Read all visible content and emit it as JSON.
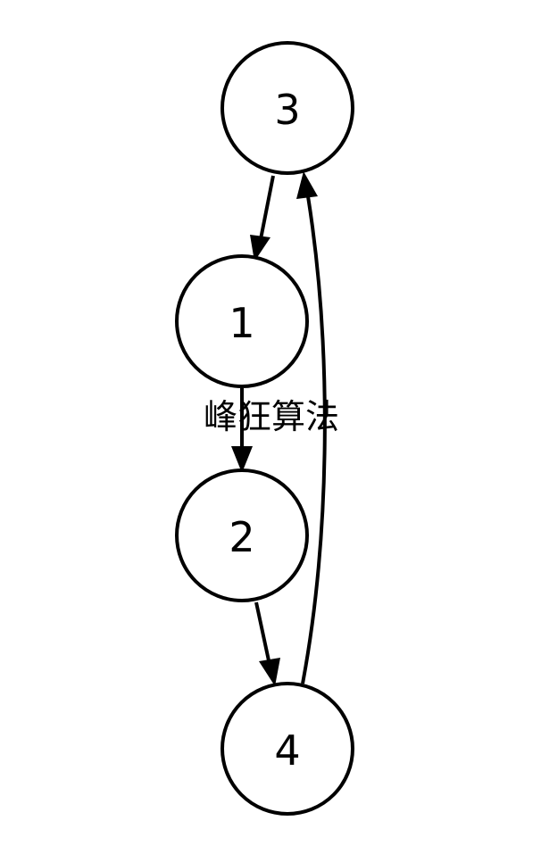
{
  "diagram": {
    "nodes": [
      {
        "id": "3",
        "label": "3"
      },
      {
        "id": "1",
        "label": "1"
      },
      {
        "id": "2",
        "label": "2"
      },
      {
        "id": "4",
        "label": "4"
      }
    ],
    "edges": [
      {
        "from": "3",
        "to": "1"
      },
      {
        "from": "1",
        "to": "2"
      },
      {
        "from": "2",
        "to": "4"
      },
      {
        "from": "4",
        "to": "3"
      }
    ],
    "watermark": "峰狂算法",
    "colors": {
      "stroke": "#000000",
      "fill": "#ffffff",
      "text": "#000000"
    }
  }
}
